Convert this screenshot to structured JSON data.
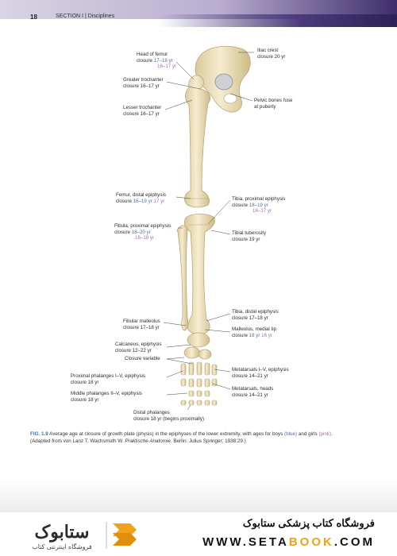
{
  "header": {
    "page_number": "18",
    "section": "SECTION I",
    "section_separator": "|",
    "section_title": "Disciplines"
  },
  "labels": {
    "iliac_crest": {
      "line1": "Iliac crest",
      "line2": "closure 20 yr"
    },
    "head_of_femur": {
      "line1": "Head of femur",
      "line2_prefix": "closure ",
      "boys": "17–18 yr",
      "girls": "16–17 yr"
    },
    "greater_trochanter": {
      "line1": "Greater trochanter",
      "line2": "closure 16–17 yr"
    },
    "pelvic_bones": {
      "line1": "Pelvic bones fuse",
      "line2": "at puberty"
    },
    "lesser_trochanter": {
      "line1": "Lesser trochanter",
      "line2": "closure 16–17 yr"
    },
    "femur_distal": {
      "line1": "Femur, distal epiphysis",
      "line2_prefix": "closure ",
      "boys": "16–19 yr",
      "girls": "17 yr"
    },
    "tibia_proximal": {
      "line1": "Tibia, proximal epiphysis",
      "line2_prefix": "closure ",
      "boys": "18–19 yr",
      "girls": "16–17 yr"
    },
    "fibula_proximal": {
      "line1": "Fibula, proximal epiphysis",
      "line2_prefix": "closure ",
      "boys": "18–20 yr",
      "girls": "16–18 yr"
    },
    "tibial_tuberosity": {
      "line1": "Tibial tuberosity",
      "line2": "closure 19 yr"
    },
    "tibia_distal": {
      "line1": "Tibia, distal epiphysis",
      "line2": "closure 17–18 yr"
    },
    "fibular_malleolus": {
      "line1": "Fibular malleolus",
      "line2": "closure 17–18 yr"
    },
    "malleolus_medial": {
      "line1": "Malleolus, medial tip",
      "line2_prefix": "closure ",
      "boys": "18 yr",
      "girls": "16 yr"
    },
    "calcaneus": {
      "line1": "Calcaneus, epiphysis",
      "line2": "closure 12–22 yr"
    },
    "closure_variable": {
      "line1": "Closure variable"
    },
    "proximal_phalanges": {
      "line1": "Proximal phalanges I–V, epiphysis",
      "line2": "closure 18 yr"
    },
    "metatarsals": {
      "line1": "Metatarsals I–V, epiphysis",
      "line2": "closure 14–21 yr"
    },
    "metatarsals_heads": {
      "line1": "Metatarsals, heads",
      "line2": "closure 14–21 yr"
    },
    "middle_phalanges": {
      "line1": "Middle phalanges II–V, epiphysis",
      "line2": "closure 18 yr"
    },
    "distal_phalanges": {
      "line1": "Distal phalanges",
      "line2": "closure 18 yr (begins proximally)"
    }
  },
  "caption": {
    "figure_number": "FIG. 1.9",
    "text_1": " Average age at closure of growth plate (physis) in the epiphyses of the lower extremity, with ages for boys ",
    "boys": "(blue)",
    "text_2": " and girls ",
    "girls": "(pink)",
    "text_3": ".",
    "text_4": "(Adapted from von Lanz T, Wachsmuth W. ",
    "book_title": "Praktische Anatomie",
    "text_5": ". Berlin: Julius Springer; 1938:29.)"
  },
  "banner": {
    "store_name": "فروشگاه کتاب پزشکی ستابوک",
    "url_before": "WWW.SETA",
    "url_accent": "BOOK",
    "url_after": ".COM",
    "logo_text": "ستابوک",
    "logo_subtext": "فروشگاه اینترنتی کتاب"
  },
  "colors": {
    "boys": "#4a6fb5",
    "girls": "#b06bb0",
    "bone": "#efe3bf",
    "bone_stroke": "#b9a778",
    "logo_dark": "#2b2b2b",
    "logo_accent": "#f0a21a"
  }
}
